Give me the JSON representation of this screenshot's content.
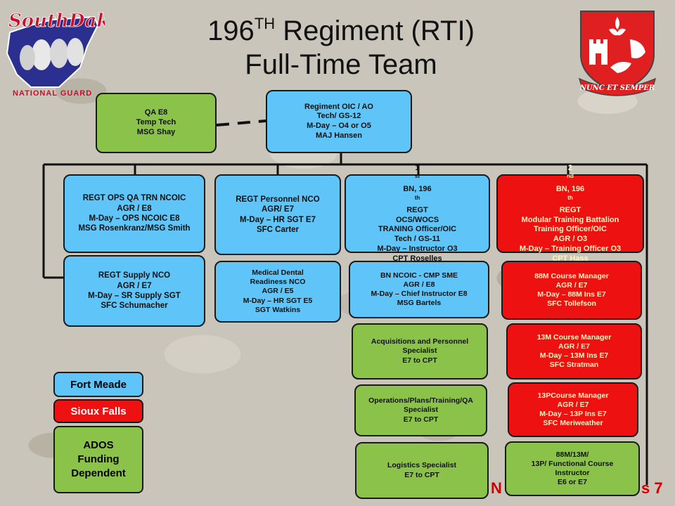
{
  "title": {
    "line1_main": "196",
    "line1_sup": "TH",
    "line1_rest": " Regiment (RTI)",
    "line2": "Full-Time Team"
  },
  "logo": {
    "text": "NATIONAL GUARD",
    "script": "SouthDakota"
  },
  "crest": {
    "motto": "NUNC ET SEMPER"
  },
  "colors": {
    "blue": "#5fc4f7",
    "green": "#8bc34a",
    "red": "#ee1111"
  },
  "nodes": {
    "qa": [
      "QA E8",
      "Temp Tech",
      "MSG Shay"
    ],
    "oic": [
      "Regiment OIC / AO",
      "Tech/ GS-12",
      "M-Day – O4 or O5",
      "MAJ Hansen"
    ],
    "ops": [
      "REGT OPS QA TRN NCOIC",
      "AGR / E8",
      "M-Day – OPS NCOIC E8",
      "MSG Rosenkranz/MSG Smith"
    ],
    "personnel": [
      "REGT Personnel NCO",
      "AGR/ E7",
      "M-Day – HR SGT E7",
      "SFC Carter"
    ],
    "bn1": {
      "l1a": "1",
      "l1sup1": "st",
      "l1b": " BN, 196",
      "l1sup2": "th",
      "l1c": " REGT",
      "rest": [
        "OCS/WOCS",
        "TRANING Officer/OIC",
        "Tech / GS-11",
        "M-Day – Instructor O3",
        "CPT Roselles"
      ]
    },
    "bn2": {
      "l1a": "2",
      "l1sup1": "nd",
      "l1b": " BN, 196",
      "l1sup2": "th",
      "l1c": " REGT",
      "rest": [
        "Modular Training Battalion",
        "Training Officer/OIC",
        "AGR / O3",
        "M-Day – Training Officer O3",
        "CPT Hass"
      ]
    },
    "supply": [
      "REGT Supply NCO",
      "AGR / E7",
      "M-Day – SR Supply SGT",
      "SFC Schumacher"
    ],
    "medical": [
      "Medical Dental",
      "Readiness NCO",
      "AGR / E5",
      "M-Day – HR SGT E5",
      "SGT Watkins"
    ],
    "bn_ncoic": [
      "BN NCOIC  - CMP SME",
      "AGR / E8",
      "M-Day – Chief Instructor E8",
      "MSG Bartels"
    ],
    "m88": [
      "88M Course Manager",
      "AGR / E7",
      "M-Day – 88M Ins E7",
      "SFC Tollefson"
    ],
    "acq": [
      "Acquisitions and Personnel",
      "Specialist",
      "E7 to CPT"
    ],
    "m13": [
      "13M Course Manager",
      "AGR / E7",
      "M-Day – 13M Ins E7",
      "SFC Stratman"
    ],
    "ops_plans": [
      "Operations/Plans/Training/QA",
      "Specialist",
      "E7 to CPT"
    ],
    "p13": [
      "13PCourse Manager",
      "AGR / E7",
      "M-Day – 13P Ins E7",
      "SFC Meriweather"
    ],
    "logistics": [
      "Logistics Specialist",
      "E7 to CPT"
    ],
    "functional": [
      "88M/13M/",
      "13P/ Functional Course",
      "Instructor",
      "E6 or E7"
    ]
  },
  "legend": {
    "fort_meade": "Fort Meade",
    "sioux_falls": "Sioux Falls",
    "ados": [
      "ADOS",
      "Funding",
      "Dependent"
    ]
  },
  "footer": {
    "left": "N",
    "right": "s 7"
  }
}
